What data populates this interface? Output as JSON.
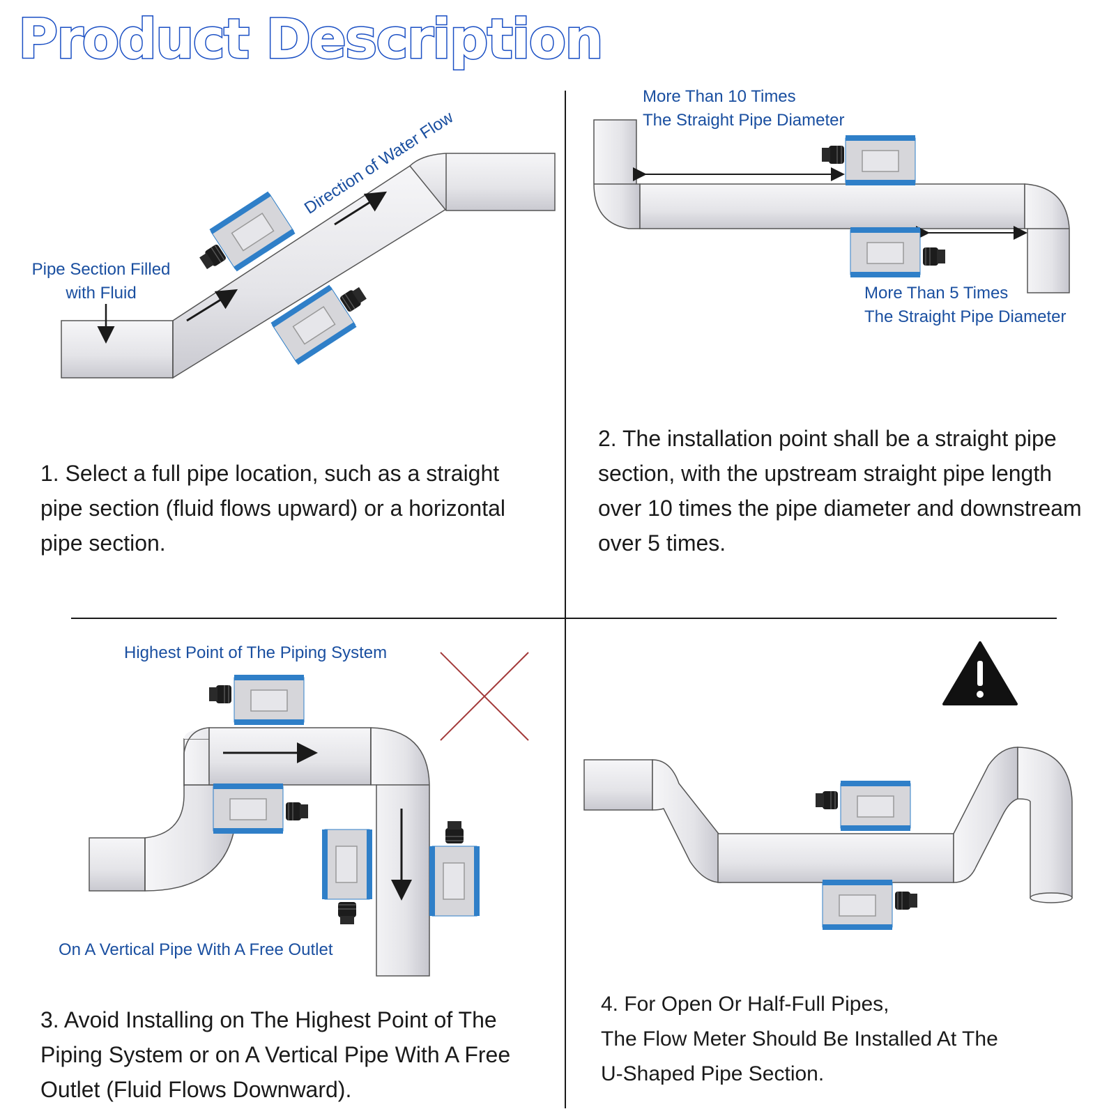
{
  "title": "Product Description",
  "panel1": {
    "label_fluid": [
      "Pipe Section Filled",
      "with Fluid"
    ],
    "label_flow": "Direction of Water Flow",
    "description": "1. Select a full pipe location, such as a straight pipe section (fluid flows upward) or a horizontal pipe section."
  },
  "panel2": {
    "label_upstream": [
      "More Than 10 Times",
      "The Straight Pipe Diameter"
    ],
    "label_downstream": [
      "More Than 5 Times",
      "The Straight Pipe Diameter"
    ],
    "description": "2. The installation point shall be a straight pipe section, with the upstream straight pipe length over 10 times the pipe diameter and downstream over 5 times."
  },
  "panel3": {
    "label_highest": "Highest Point of The Piping System",
    "label_vertical": "On A Vertical Pipe With A Free Outlet",
    "description": "3. Avoid Installing on The Highest Point of The Piping System or on A Vertical Pipe With A Free Outlet (Fluid Flows Downward)."
  },
  "panel4": {
    "description_lines": [
      "4. For Open Or Half-Full Pipes,",
      "The Flow Meter Should Be Installed At The",
      "U-Shaped Pipe Section."
    ]
  },
  "colors": {
    "label_blue": "#1a4fa0",
    "sensor_blue": "#2f7fc8",
    "pipe": "#ededf0",
    "cross": "#a33a3a"
  },
  "icons": [
    "warning-triangle-icon",
    "cross-mark-icon",
    "cable-gland-icon"
  ]
}
